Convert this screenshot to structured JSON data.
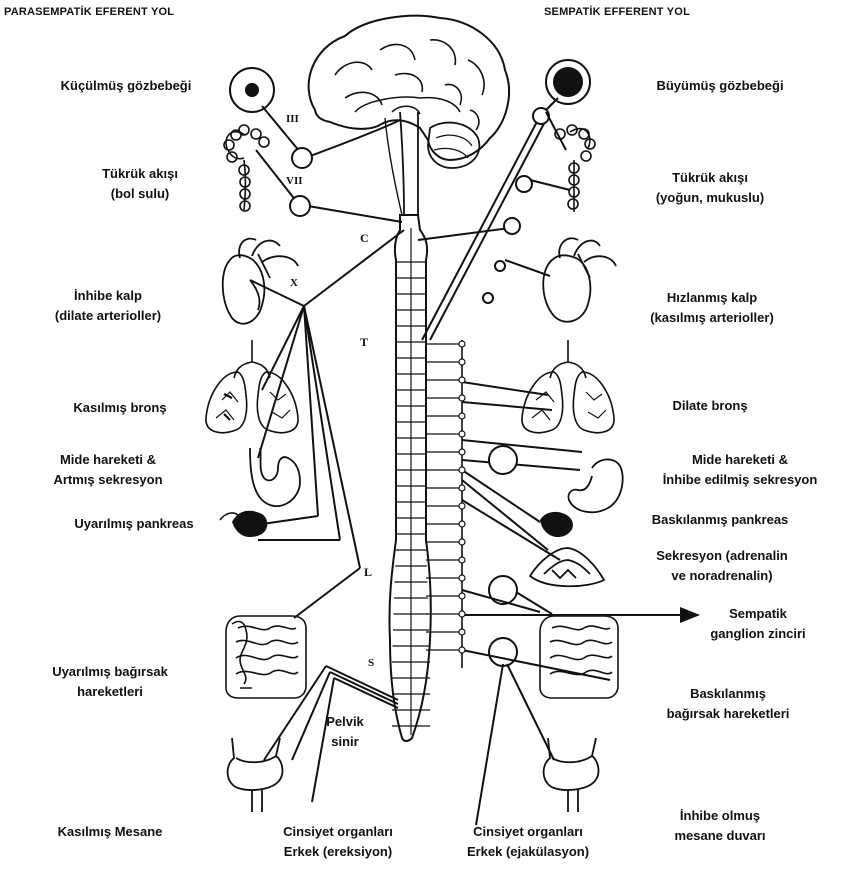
{
  "headers": {
    "parasympathetic": "PARASEMPATİK EFERENT YOL",
    "sympathetic": "SEMPATİK EFFERENT YOL"
  },
  "nerves": {
    "cn3": "III",
    "cn7": "VII",
    "cn10": "X"
  },
  "spinal_regions": {
    "cervical": "C",
    "thoracic": "T",
    "lumbar": "L",
    "sacral": "S"
  },
  "left_labels": {
    "pupil": [
      "Küçülmüş gözbebeği"
    ],
    "saliva": [
      "Tükrük akışı",
      "(bol sulu)"
    ],
    "heart": [
      "İnhibe kalp",
      "(dilate arterioller)"
    ],
    "bronchi": [
      "Kasılmış bronş"
    ],
    "stomach": [
      "Mide hareketi &",
      "Artmış sekresyon"
    ],
    "pancreas": [
      "Uyarılmış pankreas"
    ],
    "intestine": [
      "Uyarılmış bağırsak",
      "hareketleri"
    ],
    "pelvic": [
      "Pelvik",
      "sinir"
    ],
    "bladder": [
      "Kasılmış Mesane"
    ],
    "genital": [
      "Cinsiyet organları",
      "Erkek (ereksiyon)"
    ]
  },
  "right_labels": {
    "pupil": [
      "Büyümüş gözbebeği"
    ],
    "saliva": [
      "Tükrük akışı",
      "(yoğun, mukuslu)"
    ],
    "heart": [
      "Hızlanmış kalp",
      "(kasılmış arterioller)"
    ],
    "bronchi": [
      "Dilate bronş"
    ],
    "stomach": [
      "Mide hareketi &",
      "İnhibe edilmiş sekresyon"
    ],
    "pancreas": [
      "Baskılanmış pankreas"
    ],
    "adrenal": [
      "Sekresyon (adrenalin",
      "ve noradrenalin)"
    ],
    "chain": [
      "Sempatik",
      "ganglion zinciri"
    ],
    "intestine": [
      "Baskılanmış",
      "bağırsak hareketleri"
    ],
    "genital": [
      "Cinsiyet organları",
      "Erkek (ejakülasyon)"
    ],
    "bladder": [
      "İnhibe olmuş",
      "mesane duvarı"
    ]
  }
}
